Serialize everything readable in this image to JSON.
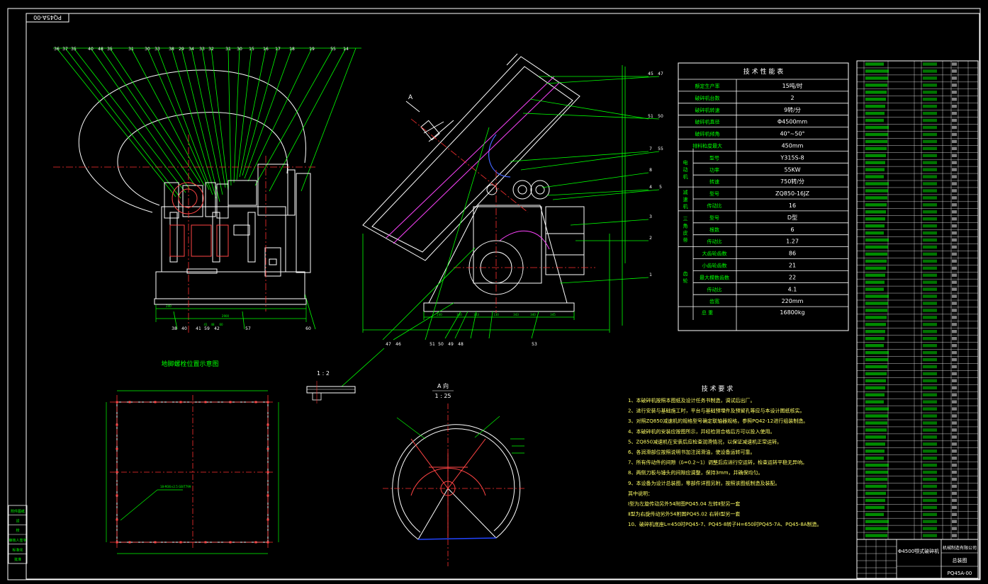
{
  "frame": {
    "code": "PQ45A-00"
  },
  "views": {
    "anchor_title": "地脚螺栓位置示意图",
    "detail_scale": "1 : 2",
    "view_a_title": "A 向",
    "view_a_scale": "1 : 25",
    "section_marker": "A"
  },
  "balloons_left": [
    "36",
    "37",
    "35",
    "40",
    "48",
    "35",
    "31",
    "30",
    "33",
    "38",
    "29",
    "34",
    "33",
    "32",
    "31",
    "30",
    "15",
    "16",
    "17",
    "18",
    "19",
    "55",
    "14"
  ],
  "side_callouts": [
    "45",
    "47",
    "51",
    "50",
    "7",
    "55",
    "8",
    "4",
    "5",
    "3",
    "2",
    "1"
  ],
  "side_view_dims": [
    "240",
    "340",
    "343",
    "130",
    "343",
    "340",
    "345"
  ],
  "left_view_dims": [
    "240",
    "2900",
    "41",
    "48",
    "60"
  ],
  "bottom_balloons_left": [
    "38",
    "40",
    "41",
    "59",
    "42",
    "57",
    "60"
  ],
  "bottom_balloons_mid": [
    "47",
    "46",
    "51",
    "50",
    "49",
    "48",
    "53"
  ],
  "tech_spec": {
    "title": "技 术 性 能 表",
    "rows": [
      {
        "label": "额定生产率",
        "value": "15吨/时"
      },
      {
        "label": "破碎机台数",
        "value": "2"
      },
      {
        "label": "破碎机转速",
        "value": "9转/分"
      },
      {
        "label": "破碎机直径",
        "value": "Φ4500mm"
      },
      {
        "label": "破碎机倾角",
        "value": "40°~50°"
      },
      {
        "label": "排料粒度最大",
        "value": "450mm"
      }
    ],
    "groups": [
      {
        "group": "电动机",
        "rows": [
          {
            "label": "型号",
            "value": "Y315S-8"
          },
          {
            "label": "功率",
            "value": "55KW"
          },
          {
            "label": "转速",
            "value": "750转/分"
          }
        ]
      },
      {
        "group": "减速机",
        "rows": [
          {
            "label": "型号",
            "value": "ZQ850-16JZ"
          },
          {
            "label": "传动比",
            "value": "16"
          }
        ]
      },
      {
        "group": "三角皮带",
        "rows": [
          {
            "label": "型号",
            "value": "D型"
          },
          {
            "label": "根数",
            "value": "6"
          },
          {
            "label": "传动比",
            "value": "1.27"
          }
        ]
      },
      {
        "group": "齿轮",
        "rows": [
          {
            "label": "大齿轮齿数",
            "value": "86"
          },
          {
            "label": "小齿轮齿数",
            "value": "21"
          },
          {
            "label": "最大模数齿数",
            "value": "22"
          },
          {
            "label": "传动比",
            "value": "4.1"
          },
          {
            "label": "齿宽",
            "value": "220mm"
          }
        ]
      }
    ],
    "total_label": "总 重",
    "total_value": "16800kg"
  },
  "requirements": {
    "title": "技 术 要 求",
    "items": [
      "1、本破碎机按照本图纸及设计任务书制造，调试后出厂。",
      "2、进行安装与基础施工时，平台与基础预埋件及预留孔等应与本设计图纸核实。",
      "3、对照ZQ850减速机的规格型号确定联轴器规格，参照PQ42-12进行组装制造。",
      "4、本破碎机的安装应按图所示，并经检测合格后方可以投入使用。",
      "5、ZQ850减速机在安装后应检查润滑情况，以保证减速机正常运转。",
      "6、各润滑部位按照说明书加注润滑油，使设备运转可靠。",
      "7、所有传动件的间隙（δ=0.2~1）调整后应进行空运转，检查运转平稳无异响。",
      "8、两侧刀板与锤头的间隙应调整，保持3mm，并确保均匀。",
      "9、本设备为设计总装图，零部件详图另附，按照该图纸制造及装配。",
      "   其中说明：",
      "   Ⅰ型为左旋传动另外54附图PQ45.04    左转Ⅱ型另一套",
      "   Ⅱ型为右旋传动另外54附图PQ45.02    右转Ⅰ型另一套",
      "10、破碎机底座L=450时PQ45-7、PQ45-8转子H=650时PQ45-7A、PQ45-8A制造。"
    ]
  },
  "left_block": [
    "附件图纸",
    "设",
    "校",
    "审核人签字",
    "标准化",
    "批准"
  ],
  "bom_count": 68,
  "title_block": {
    "name": "Φ4500颚式破碎机",
    "cell": "总装图",
    "unit": "机械制造有限公司",
    "code": "PQ45A-00"
  },
  "anchor_note": "18-M36×2.5 GB/T799"
}
